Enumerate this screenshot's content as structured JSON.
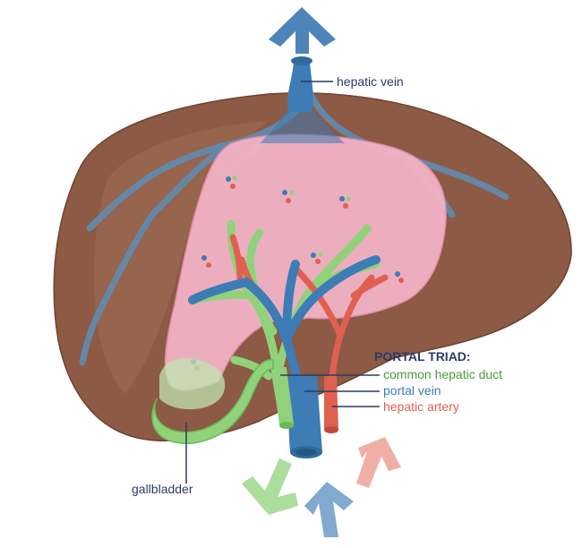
{
  "labels": {
    "hepatic_vein": "hepatic vein",
    "gallbladder": "gallbladder",
    "portal_triad_title": "PORTAL TRIAD:",
    "common_hepatic_duct": "common hepatic duct",
    "portal_vein": "portal vein",
    "hepatic_artery": "hepatic artery"
  },
  "colors": {
    "liver": "#8c5a45",
    "lobule": "#f2b3c6",
    "hepatic_vein": "#3d7cb4",
    "bile_duct": "#8fd27a",
    "hepatic_artery": "#e0604f",
    "label_text": "#2b3a67"
  }
}
